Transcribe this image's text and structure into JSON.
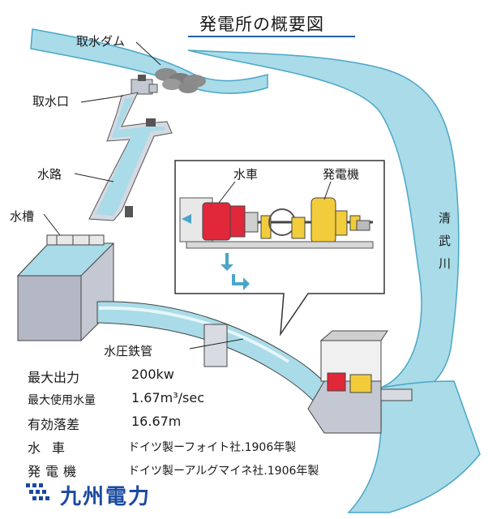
{
  "title": "発電所の概要図",
  "labels": {
    "intake_dam": "取水ダム",
    "intake": "取水口",
    "waterway": "水路",
    "tank": "水槽",
    "penstock": "水圧鉄管",
    "water_wheel": "水車",
    "generator": "発電機",
    "river_chars": [
      "清",
      "武",
      "川"
    ]
  },
  "specs": [
    {
      "label": "最大出力",
      "value": "200kw"
    },
    {
      "label": "最大使用水量",
      "value": "1.67m³/sec"
    },
    {
      "label": "有効落差",
      "value": "16.67m"
    },
    {
      "label": "水車",
      "value": "ドイツ製ーフォイト社.1906年製"
    },
    {
      "label": "発電機",
      "value": "ドイツ製ーアルグマイネ社.1906年製"
    }
  ],
  "company": "九州電力",
  "colors": {
    "water": "#a9dbe8",
    "water_edge": "#4aa6c8",
    "concrete": "#c4c8d2",
    "turbine": "#e0283a",
    "generator": "#f2cc3a",
    "accent": "#1b5fa8"
  }
}
